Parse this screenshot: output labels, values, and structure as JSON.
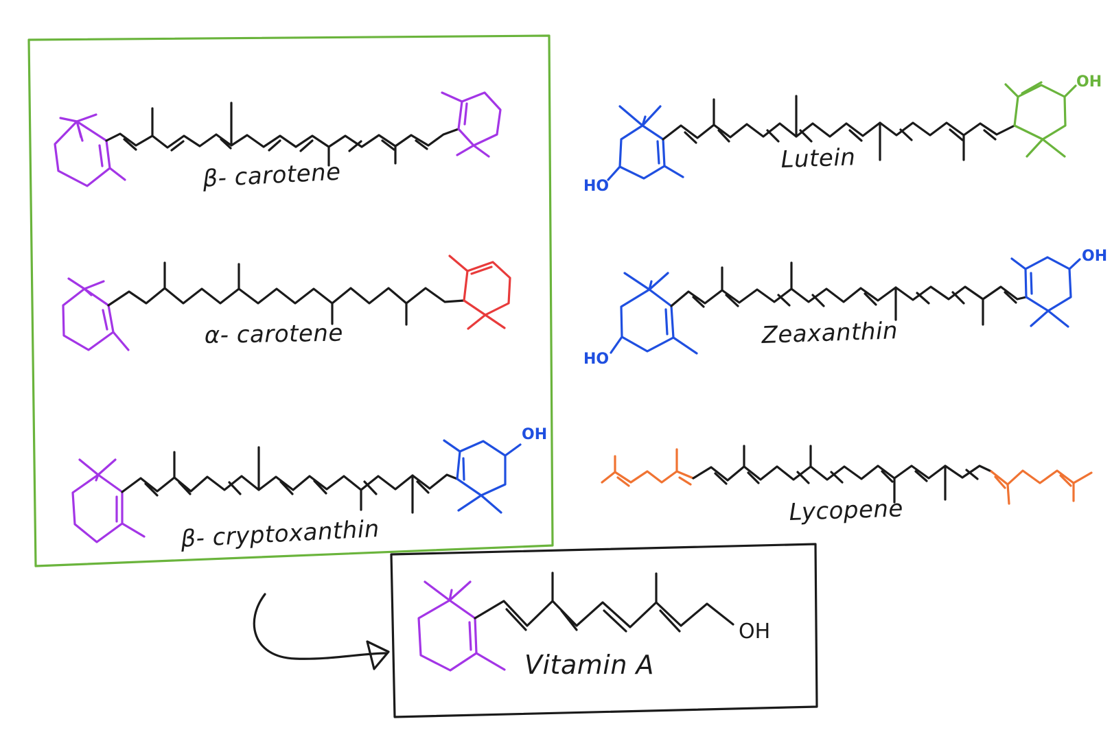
{
  "colors": {
    "backbone": "#1a1a1a",
    "ionone_ring": "#a335e6",
    "epsilon_ring": "#e83b3b",
    "hydroxy_ring": "#1f4fe0",
    "lutein_ring": "#6ab43c",
    "lycopene_end": "#f07332",
    "provitamin_box": "#6ab43c",
    "vitamin_box": "#1a1a1a"
  },
  "molecules": {
    "beta_carotene": {
      "label": "β- carotene"
    },
    "alpha_carotene": {
      "label": "α- carotene"
    },
    "beta_cryptoxanthin": {
      "label": "β- cryptoxanthin",
      "group": "OH"
    },
    "lutein": {
      "label": "Lutein",
      "group_left": "HO",
      "group_right": "OH"
    },
    "zeaxanthin": {
      "label": "Zeaxanthin",
      "group_left": "HO",
      "group_right": "OH"
    },
    "lycopene": {
      "label": "Lycopene"
    },
    "vitamin_a": {
      "label": "Vitamin A",
      "group": "OH"
    }
  },
  "icons": [
    "conversion-arrow-icon"
  ]
}
